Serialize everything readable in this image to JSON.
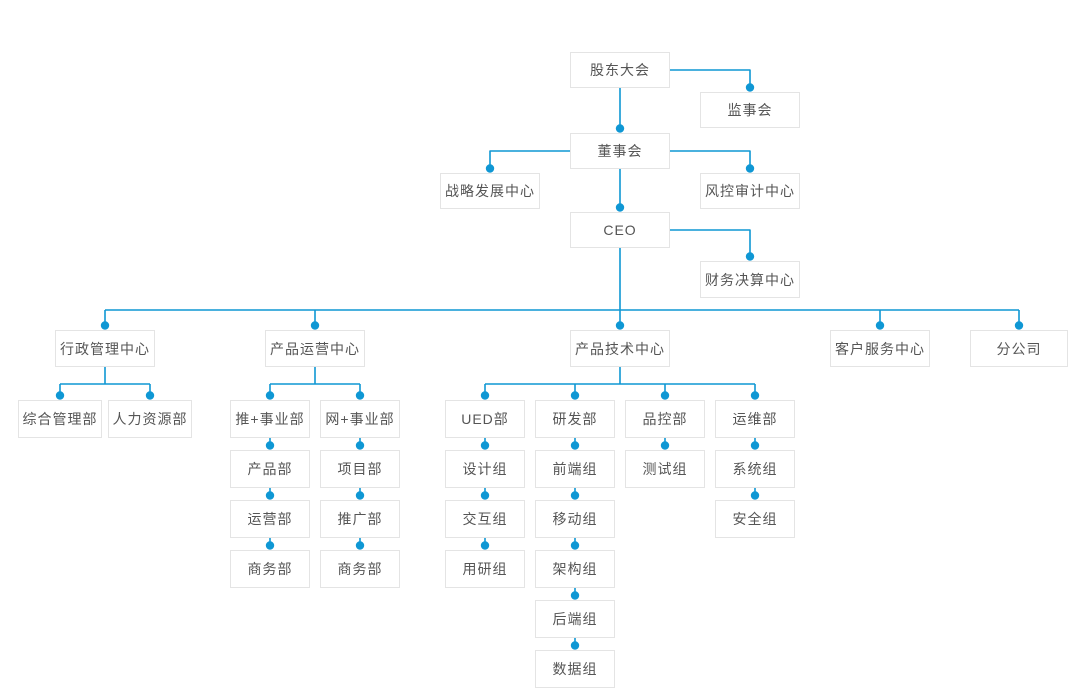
{
  "colors": {
    "connector_line": "#0f97d4",
    "junction_dot": "#0f97d4",
    "node_background": "#ffffff",
    "node_border": "#e4e4e4",
    "node_text": "#555555",
    "page_background": "#ffffff"
  },
  "org": {
    "type": "org-chart",
    "nodes": {
      "shareholders": "股东大会",
      "supervisory_board": "监事会",
      "board": "董事会",
      "strategy_center": "战略发展中心",
      "risk_audit_center": "风控审计中心",
      "ceo": "CEO",
      "finance_center": "财务决算中心",
      "admin_center": "行政管理中心",
      "product_ops_center": "产品运营中心",
      "product_tech_center": "产品技术中心",
      "customer_service_center": "客户服务中心",
      "branch_company": "分公司",
      "general_mgmt": "综合管理部",
      "hr": "人力资源部",
      "tui_division": "推+事业部",
      "wang_division": "网+事业部",
      "product_dept": "产品部",
      "project_dept": "项目部",
      "operations_dept": "运营部",
      "promotion_dept": "推广部",
      "business_dept_1": "商务部",
      "business_dept_2": "商务部",
      "ued_dept": "UED部",
      "rd_dept": "研发部",
      "qc_dept": "品控部",
      "ops_dept": "运维部",
      "design_group": "设计组",
      "frontend_group": "前端组",
      "test_group": "测试组",
      "system_group": "系统组",
      "interaction_group": "交互组",
      "mobile_group": "移动组",
      "security_group": "安全组",
      "user_research_group": "用研组",
      "architecture_group": "架构组",
      "backend_group": "后端组",
      "data_group": "数据组"
    },
    "edges": [
      [
        "shareholders",
        "supervisory_board"
      ],
      [
        "shareholders",
        "board"
      ],
      [
        "board",
        "strategy_center"
      ],
      [
        "board",
        "risk_audit_center"
      ],
      [
        "board",
        "ceo"
      ],
      [
        "ceo",
        "finance_center"
      ],
      [
        "ceo",
        "admin_center"
      ],
      [
        "ceo",
        "product_ops_center"
      ],
      [
        "ceo",
        "product_tech_center"
      ],
      [
        "ceo",
        "customer_service_center"
      ],
      [
        "ceo",
        "branch_company"
      ],
      [
        "admin_center",
        "general_mgmt"
      ],
      [
        "admin_center",
        "hr"
      ],
      [
        "product_ops_center",
        "tui_division"
      ],
      [
        "product_ops_center",
        "wang_division"
      ],
      [
        "tui_division",
        "product_dept"
      ],
      [
        "product_dept",
        "operations_dept"
      ],
      [
        "operations_dept",
        "business_dept_1"
      ],
      [
        "wang_division",
        "project_dept"
      ],
      [
        "project_dept",
        "promotion_dept"
      ],
      [
        "promotion_dept",
        "business_dept_2"
      ],
      [
        "product_tech_center",
        "ued_dept"
      ],
      [
        "product_tech_center",
        "rd_dept"
      ],
      [
        "product_tech_center",
        "qc_dept"
      ],
      [
        "product_tech_center",
        "ops_dept"
      ],
      [
        "ued_dept",
        "design_group"
      ],
      [
        "design_group",
        "interaction_group"
      ],
      [
        "interaction_group",
        "user_research_group"
      ],
      [
        "rd_dept",
        "frontend_group"
      ],
      [
        "frontend_group",
        "mobile_group"
      ],
      [
        "mobile_group",
        "architecture_group"
      ],
      [
        "architecture_group",
        "backend_group"
      ],
      [
        "backend_group",
        "data_group"
      ],
      [
        "qc_dept",
        "test_group"
      ],
      [
        "ops_dept",
        "system_group"
      ],
      [
        "system_group",
        "security_group"
      ]
    ]
  }
}
